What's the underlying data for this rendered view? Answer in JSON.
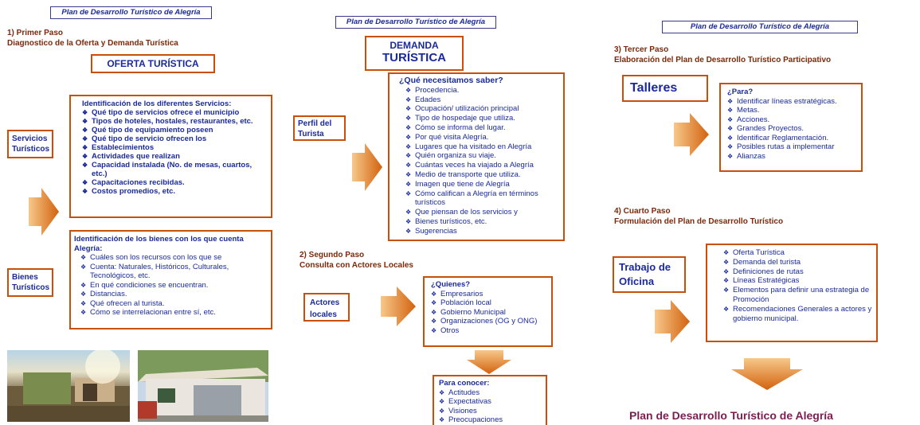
{
  "panel1": {
    "header": "Plan de Desarrollo Turístico de Alegría",
    "step_title": "1) Primer Paso",
    "step_subtitle": "Diagnostico de la Oferta y Demanda Turística",
    "oferta_label": "OFERTA TURÍSTICA",
    "servicios_label": "Servicios Turísticos",
    "servicios_title": "Identificación de los diferentes Servicios:",
    "servicios_items": [
      "Qué tipo de servicios ofrece el municipio",
      "Tipos de hoteles, hostales, restaurantes, etc.",
      "Qué tipo de equipamiento poseen",
      "Qué tipo de servicio ofrecen los",
      "Establecimientos",
      "Actividades que realizan",
      "Capacidad instalada (No. de mesas, cuartos, etc.)",
      "Capacitaciones recibidas.",
      "Costos promedios, etc."
    ],
    "bienes_label": "Bienes Turísticos",
    "bienes_title": "Identificación de los  bienes con los que cuenta Alegría:",
    "bienes_items": [
      "Cuáles son los recursos con los que se",
      "Cuenta: Naturales, Históricos, Culturales, Tecnológicos, etc.",
      "En qué condiciones se encuentran.",
      "Distancias.",
      "Qué ofrecen al turista.",
      "Cómo se interrelacionan entre sí, etc."
    ]
  },
  "panel2": {
    "header": "Plan de Desarrollo Turístico de Alegría",
    "demanda_line1": "DEMANDA",
    "demanda_line2": "TURÍSTICA",
    "perfil_label": "Perfil del Turista",
    "saber_title": "¿Qué  necesitamos saber?",
    "saber_items": [
      "Procedencia.",
      "Edades",
      "Ocupación/ utilización  principal",
      "Tipo de hospedaje que utiliza.",
      "Cómo se informa del lugar.",
      "Por qué visita Alegría.",
      "Lugares que ha visitado en Alegría",
      "Quién organiza su viaje.",
      "Cuántas veces ha viajado a Alegría",
      "Medio de transporte que utiliza.",
      "Imagen que tiene de Alegría",
      "Cómo califican a Alegría en términos turísticos",
      "Que piensan de los servicios y",
      "Bienes turísticos, etc.",
      "Sugerencias"
    ],
    "step_title": "2) Segundo Paso",
    "step_subtitle": "Consulta con Actores Locales",
    "actores_label": "Actores locales",
    "quienes_title": "¿Quienes?",
    "quienes_items": [
      "Empresarios",
      "Población local",
      "Gobierno Municipal",
      "Organizaciones (OG y ONG)",
      "Otros"
    ],
    "conocer_title": "Para conocer:",
    "conocer_items": [
      "Actitudes",
      "Expectativas",
      "Visiones",
      "Preocupaciones"
    ]
  },
  "panel3": {
    "header": "Plan de Desarrollo Turístico de Alegría",
    "step3_title": "3) Tercer Paso",
    "step3_subtitle": "Elaboración del Plan de  Desarrollo Turístico Participativo",
    "talleres_label": "Talleres",
    "para_title": "¿Para?",
    "para_items": [
      "Identificar líneas estratégicas.",
      "Metas.",
      "Acciones.",
      "Grandes Proyectos.",
      "Identificar Reglamentación.",
      "Posibles rutas a implementar",
      "Alianzas"
    ],
    "step4_title": "4) Cuarto Paso",
    "step4_subtitle": "Formulación del Plan de Desarrollo Turístico",
    "oficina_label": "Trabajo de Oficina",
    "oficina_items": [
      "Oferta Turística",
      "Demanda del turista",
      "Definiciones de rutas",
      "Líneas Estratégicas",
      "Elementos para definir una estrategia  de Promoción",
      "Recomendaciones Generales a actores y gobierno municipal."
    ],
    "final_title": "Plan de Desarrollo Turístico de Alegría"
  },
  "colors": {
    "accent": "#c8500a",
    "text": "#1a2a9a",
    "step": "#7a2a0a",
    "final": "#7a2050"
  }
}
